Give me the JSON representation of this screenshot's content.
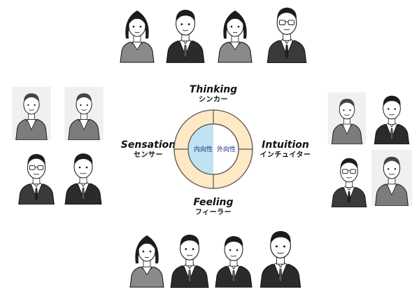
{
  "labels": {
    "thinking": {
      "en": "Thinking",
      "jp": "シンカー"
    },
    "feeling": {
      "en": "Feeling",
      "jp": "フィーラー"
    },
    "sensation": {
      "en": "Sensation",
      "jp": "センサー"
    },
    "intuition": {
      "en": "Intuition",
      "jp": "インチュイター"
    }
  },
  "center": {
    "introvert": "内向性",
    "extrovert": "外向性"
  },
  "colors": {
    "ring": "#fde9c4",
    "introvert_fill": "#bfe3f2",
    "extrovert_fill": "#ffffff",
    "outline": "#555555"
  }
}
